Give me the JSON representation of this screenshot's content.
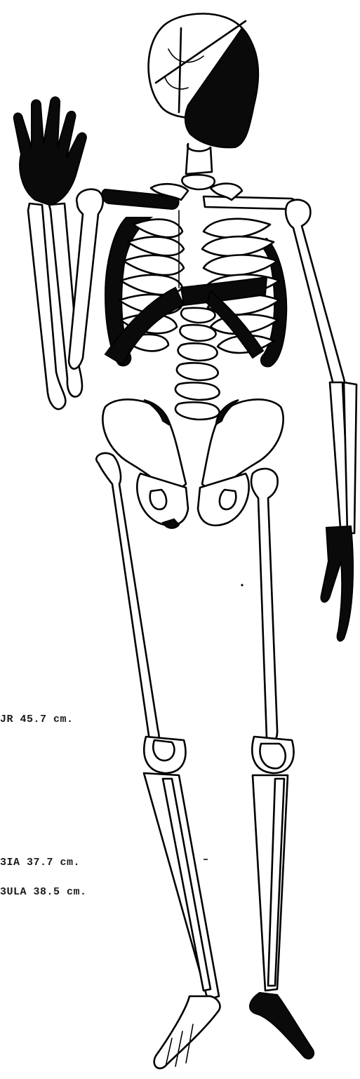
{
  "labels": {
    "femur": "JR 45.7 cm.",
    "tibia": "3IA 37.7 cm.",
    "fibula": "3ULA 38.5 cm."
  },
  "colors": {
    "bone_outline": "#000000",
    "shaded_region": "#0a0a0a",
    "background": "#ffffff"
  }
}
